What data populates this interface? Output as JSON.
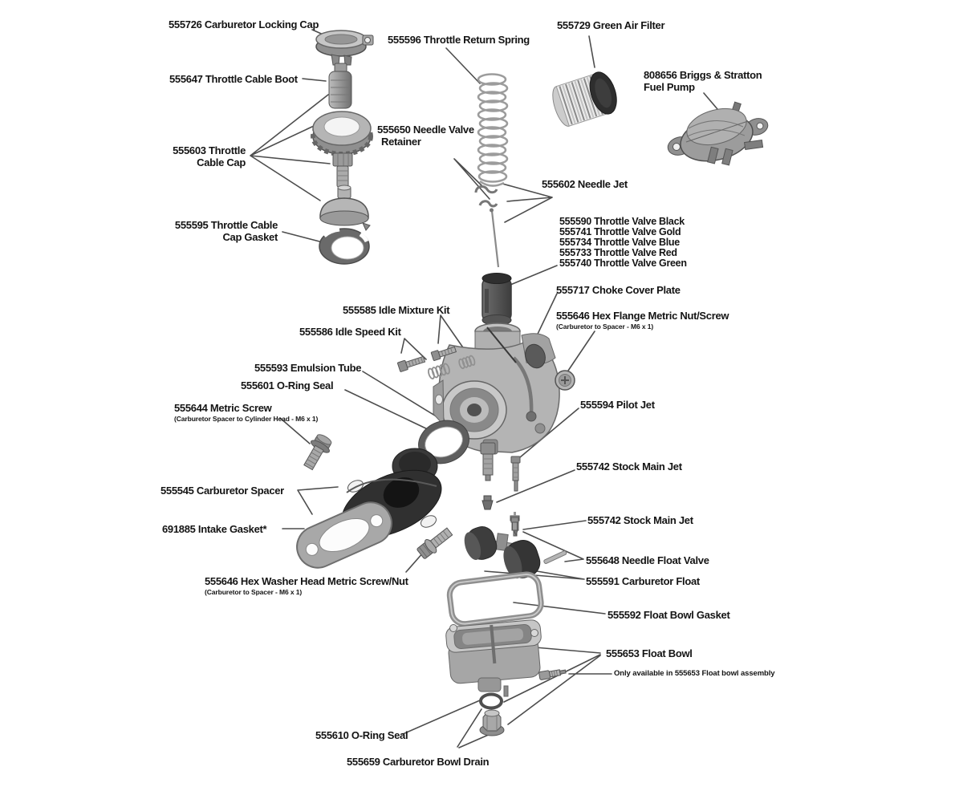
{
  "colors": {
    "background": "#ffffff",
    "text": "#141414",
    "leader_line": "#4d4d4d"
  },
  "labels": {
    "locking_cap": "555726 Carburetor Locking Cap",
    "cable_boot": "555647 Throttle Cable Boot",
    "cable_cap_line1": "555603 Throttle",
    "cable_cap_line2": "Cable Cap",
    "cap_gasket_line1": "555595 Throttle Cable",
    "cap_gasket_line2": "Cap Gasket",
    "return_spring": "555596 Throttle Return Spring",
    "needle_retainer_line1": "555650 Needle Valve",
    "needle_retainer_line2": "Retainer",
    "air_filter": "555729 Green Air Filter",
    "fuel_pump_line1": "808656 Briggs & Stratton",
    "fuel_pump_line2": "Fuel Pump",
    "needle_jet": "555602 Needle Jet",
    "throttle_valves": [
      "555590 Throttle Valve Black",
      "555741 Throttle Valve Gold",
      "555734 Throttle Valve Blue",
      "555733 Throttle Valve Red",
      "555740 Throttle Valve Green"
    ],
    "choke_cover_plate": "555717 Choke Cover Plate",
    "hex_flange_nut": "555646 Hex Flange Metric Nut/Screw",
    "hex_flange_nut_sub": "(Carburetor to Spacer - M6 x 1)",
    "idle_mixture_kit": "555585 Idle Mixture Kit",
    "idle_speed_kit": "555586 Idle Speed Kit",
    "emulsion_tube": "555593 Emulsion Tube",
    "oring_seal_top": "555601 O-Ring Seal",
    "metric_screw": "555644 Metric Screw",
    "metric_screw_sub": "(Carburetor Spacer to Cylinder Head - M6 x 1)",
    "pilot_jet": "555594 Pilot Jet",
    "stock_main_jet_1": "555742 Stock Main Jet",
    "carburetor_spacer": "555545 Carburetor Spacer",
    "intake_gasket": "691885 Intake Gasket*",
    "stock_main_jet_2": "555742 Stock Main Jet",
    "needle_float_valve": "555648 Needle Float Valve",
    "carburetor_float": "555591 Carburetor Float",
    "hex_washer_screw": "555646 Hex Washer Head Metric Screw/Nut",
    "hex_washer_screw_sub": "(Carburetor to Spacer - M6 x 1)",
    "float_bowl_gasket": "555592 Float Bowl Gasket",
    "float_bowl": "555653 Float Bowl",
    "float_bowl_note": "Only available in 555653 Float bowl assembly",
    "oring_seal_bottom": "555610 O-Ring Seal",
    "bowl_drain": "555659 Carburetor Bowl Drain"
  }
}
